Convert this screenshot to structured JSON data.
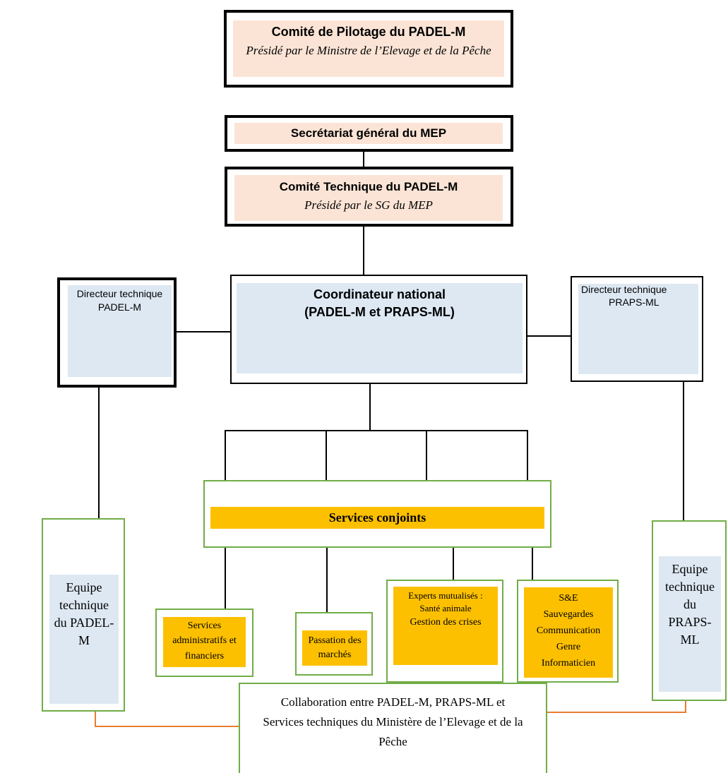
{
  "pilotage": {
    "title": "Comité de Pilotage du PADEL-M",
    "subtitle": "Présidé par le Ministre de l’Elevage et de la Pêche"
  },
  "secretariat": {
    "title": "Secrétariat général du MEP"
  },
  "technique": {
    "title": "Comité Technique du PADEL-M",
    "subtitle": "Présidé par le SG du MEP"
  },
  "coordinateur": {
    "line1": "Coordinateur national",
    "line2": "(PADEL-M et PRAPS-ML)"
  },
  "dir_padel": {
    "line1": "Directeur technique",
    "line2": "PADEL-M"
  },
  "dir_praps": {
    "line1": "Directeur technique",
    "line2": "PRAPS-ML"
  },
  "services_conjoints": {
    "title": "Services conjoints"
  },
  "services": {
    "admin": [
      "Services",
      "administratifs et",
      "financiers"
    ],
    "passation": [
      "Passation des",
      "marchés"
    ],
    "experts": [
      "Experts mutualisés :",
      "Santé animale",
      "Gestion des crises"
    ],
    "se": [
      "S&E",
      "Sauvegardes",
      "Communication",
      "Genre",
      "Informaticien"
    ]
  },
  "equipe_padel": [
    "Equipe",
    "technique",
    "du PADEL-",
    "M"
  ],
  "equipe_praps": [
    "Equipe",
    "technique",
    "du",
    "PRAPS-",
    "ML"
  ],
  "collaboration": {
    "line1": "Collaboration entre PADEL-M, PRAPS-ML et",
    "line2": "Services techniques du Ministère de l’Elevage et de la",
    "line3": "Pêche"
  },
  "colors": {
    "peach": "#fbe4d6",
    "lightblue": "#dde8f3",
    "gold": "#fdc000",
    "green_border": "#70ad47",
    "orange_line": "#e87d2e"
  }
}
